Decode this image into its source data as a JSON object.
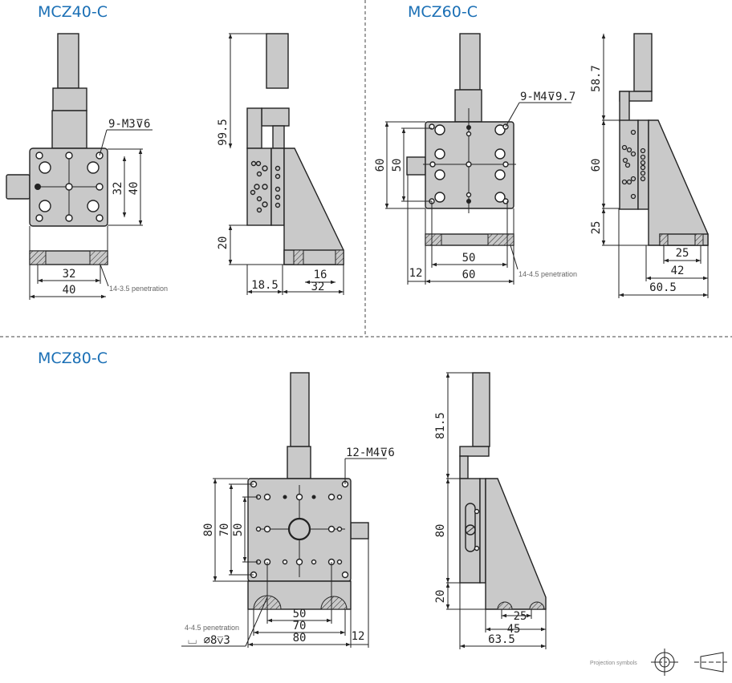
{
  "models": [
    {
      "title": "MCZ40-C",
      "front": {
        "thread_callout": "9-M3⊽6",
        "v_inner": "32",
        "v_outer": "40",
        "h_inner": "32",
        "h_outer": "40",
        "penetration": "14-3.5 penetration"
      },
      "side": {
        "height_top": "99.5",
        "height_base": "20",
        "depth_front": "18.5",
        "depth_rear": "32",
        "slot": "16"
      }
    },
    {
      "title": "MCZ60-C",
      "front": {
        "thread_callout": "9-M4⊽9.7",
        "v_outer": "60",
        "v_inner": "50",
        "h_inner": "50",
        "h_outer": "60",
        "knob": "12",
        "penetration": "14-4.5 penetration"
      },
      "side": {
        "height_top": "58.7",
        "height_mid": "60",
        "height_base": "25",
        "slot": "25",
        "base": "42",
        "total": "60.5"
      }
    },
    {
      "title": "MCZ80-C",
      "front": {
        "thread_callout": "12-M4⊽6",
        "v_outer": "80",
        "v_mid": "70",
        "v_inner": "50",
        "h_inner": "50",
        "h_mid": "70",
        "h_outer": "80",
        "knob": "12",
        "penetration": "4-4.5 penetration",
        "counterbore": "⌴  ⌀8⊽3"
      },
      "side": {
        "height_top": "81.5",
        "height_mid": "80",
        "height_base": "20",
        "slot": "25",
        "base": "45",
        "total": "63.5"
      }
    }
  ],
  "legend": {
    "projection_label": "Projection symbols"
  }
}
